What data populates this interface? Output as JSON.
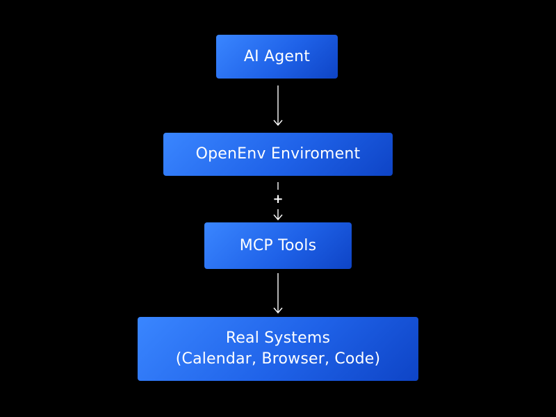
{
  "diagram": {
    "nodes": [
      {
        "id": "agent",
        "lines": [
          "AI Agent"
        ]
      },
      {
        "id": "openenv",
        "lines": [
          "OpenEnv Enviroment"
        ]
      },
      {
        "id": "mcp",
        "lines": [
          "MCP Tools"
        ]
      },
      {
        "id": "real",
        "lines": [
          "Real Systems",
          "(Calendar, Browser, Code)"
        ]
      }
    ],
    "edges": [
      {
        "from": "agent",
        "to": "openenv",
        "style": "solid"
      },
      {
        "from": "openenv",
        "to": "mcp",
        "style": "dashed",
        "marker": "+"
      },
      {
        "from": "mcp",
        "to": "real",
        "style": "solid"
      }
    ],
    "colors": {
      "background": "#000000",
      "node_fill_start": "#3a86ff",
      "node_fill_end": "#0e44c6",
      "text": "#ffffff",
      "arrow": "#ffffff"
    }
  }
}
